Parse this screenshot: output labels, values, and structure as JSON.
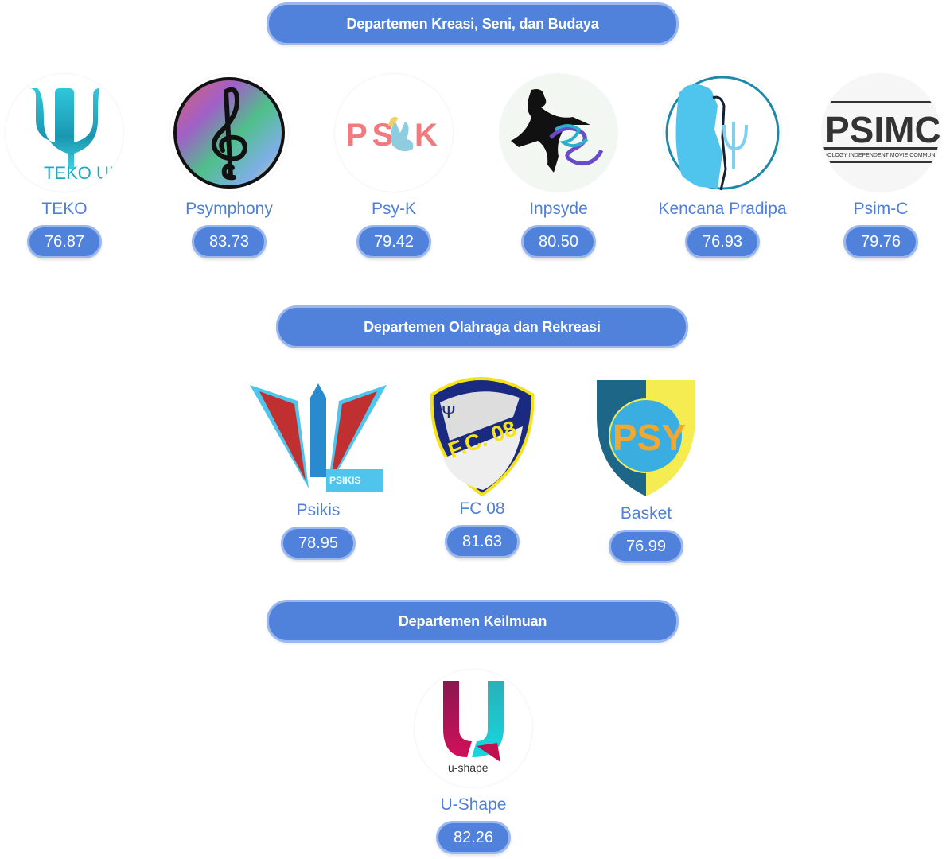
{
  "departments": [
    {
      "title": "Departemen Kreasi, Seni, dan Budaya",
      "clubs": [
        {
          "name": "TEKO",
          "score": "76.87",
          "logo_icon": "teko-psi-masks-logo",
          "logo_text": "TEKO UI"
        },
        {
          "name": "Psymphony",
          "score": "83.73",
          "logo_icon": "treble-clef-mosaic-logo"
        },
        {
          "name": "Psy-K",
          "score": "79.42",
          "logo_icon": "psyk-hand-logo",
          "logo_text": "PS K"
        },
        {
          "name": "Inpsyde",
          "score": "80.50",
          "logo_icon": "dancer-graffiti-logo"
        },
        {
          "name": "Kencana Pradipa",
          "score": "76.93",
          "logo_icon": "silhouette-psi-logo"
        },
        {
          "name": "Psim-C",
          "score": "79.76",
          "logo_icon": "psimc-film-logo",
          "logo_text": "PSIMC",
          "logo_subtext": "HOLOGY INDEPENDENT MOVIE COMMUN"
        }
      ]
    },
    {
      "title": "Departemen Olahraga dan Rekreasi",
      "clubs": [
        {
          "name": "Psikis",
          "score": "78.95",
          "logo_icon": "psikis-wings-logo",
          "logo_text": "PSIKIS"
        },
        {
          "name": "FC 08",
          "score": "81.63",
          "logo_icon": "fc08-shield-logo",
          "logo_text": "F.C. 08"
        },
        {
          "name": "Basket",
          "score": "76.99",
          "logo_icon": "basket-shield-logo",
          "logo_text": "PSY"
        }
      ]
    },
    {
      "title": "Departemen Keilmuan",
      "clubs": [
        {
          "name": "U-Shape",
          "score": "82.26",
          "logo_icon": "ushape-logo",
          "logo_text": "u-shape"
        }
      ]
    }
  ],
  "colors": {
    "accent": "#5082dc",
    "accent_border": "#9ab7f0",
    "name_text": "#4f7fd8"
  }
}
